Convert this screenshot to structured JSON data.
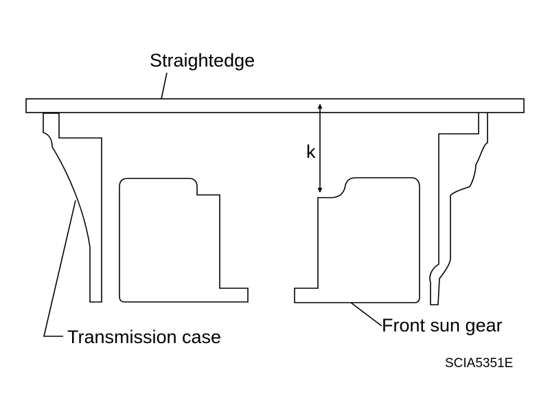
{
  "labels": {
    "straightedge": "Straightedge",
    "dimension": "k",
    "transmission_case": "Transmission case",
    "front_sun_gear": "Front sun gear"
  },
  "figure_code": "SCIA5351E"
}
